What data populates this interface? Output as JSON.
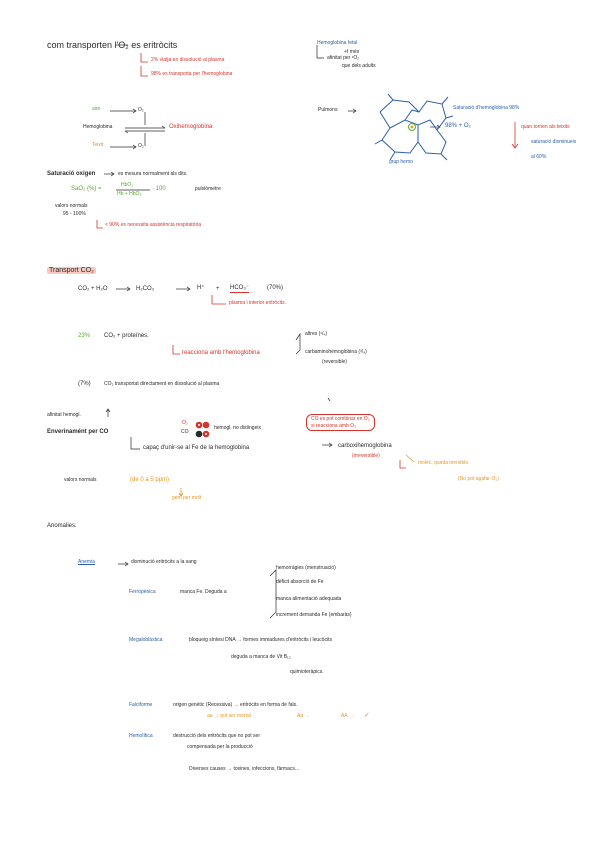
{
  "colors": {
    "ink": "#2b2b2b",
    "red": "#d8332a",
    "orange": "#e8962a",
    "green": "#5aa83a",
    "highlight": "#f7c9c0",
    "blue": "#2b5fa8"
  },
  "o2": {
    "title": "com transporten l'O₂ es eritròcits",
    "line1": "2% viatja en dissolució al plasma",
    "line2": "98% es transporta per l'hemoglobina",
    "aire": "aire",
    "o2_in": "O₂",
    "hemoglobina": "Hemoglobina",
    "oxihemoglobina": "Oxihemoglobina",
    "teixit": "Teixit",
    "o2_out": "O₂",
    "fetal_title": "Hemoglobina fetal",
    "fetal_sub": "+f més",
    "fetal_afinitat": "afinitat per ¹O₂",
    "fetal_adults": "que dels adults",
    "pulmons": "Pulmons",
    "grup_hemo": "grup hemo",
    "saturacio_title": "Saturació d'hemoglobina 98%",
    "saturacio_val": "98% + O₂",
    "quan_tornen": "quan tornen als teixits",
    "saturacio_disminueix": "saturació disminueix",
    "al_60": "al 60%"
  },
  "sat": {
    "title": "Saturació oxigen",
    "title_rest": "es mesura normalment als dits.",
    "formula_lhs": "SaO₂ (%) =",
    "formula_num": "HbO₂",
    "formula_den": "Hb + HbO₂",
    "formula_rest": "· 100",
    "pulsometre": "pulsiòmetre",
    "valors_title": "valors normals",
    "valors_range": "95 - 100%",
    "valors_low": "< 90% es necessita assistència respiratòria"
  },
  "co2": {
    "title": "Transport CO₂",
    "eq_lhs": "CO₂ + H₂O",
    "eq_mid": "H₂CO₃",
    "eq_h": "H⁺",
    "eq_plus": "+",
    "eq_hco3": "HCO₃⁻",
    "eq_pct": "(70%)",
    "plasma_interior": "plasma i interior eritròcits.",
    "pct_23": "23%",
    "proteines": "CO₂ + proteïnes.",
    "reacciona": "reacciona amb l'hemoglobina",
    "altres": "altres (¹/₄)",
    "carbamino": "carbaminohemoglobina (³/₄)",
    "reversible": "(reversible)",
    "pct_7": "(7%)",
    "dissolucio": "CO₂ transportat directament en dissolució al plasma"
  },
  "co": {
    "afinitat": "afinitat hemogl.",
    "enverinament": "Enverinamént per CO",
    "o2": "O₂",
    "co": "CO",
    "no_distingeix": "hemogl. no distingeix",
    "box_line1": "CO es pot combinar en O₂",
    "box_line2": "si reacciona amb O₂",
    "capac": "capaç d'unir-se al Fe de la hemoglobina",
    "carboxi": "carboxihemoglobina",
    "irreversible": "(irreversible)",
    "molec": "molèc. queda inervible.",
    "no_agafar": "(No pot agafar O₂)",
    "valors": "valors normals",
    "valors_range": "(de 0 a 5 ppm)",
    "fumadors": "gent per molt"
  },
  "anom": {
    "title": "Anomalies.",
    "anemia": "Anemia",
    "anemia_desc": "disminució eritròcits a la sang",
    "ferro": "Ferropènica",
    "ferro_desc": "manca Fe. Deguda a",
    "hemorragies": "hemorràgies (menstruació)",
    "deficit": "dèficit absorció de Fe",
    "manca": "manca alimentació adequada",
    "increment": "increment demanda Fe (embaràs)",
    "megalo": "Megaloblàstica",
    "megalo_desc": "bloqueig síntesi DNA → formes immadures d'eritròcits i leucòcits",
    "deguda": "deguda a manca de Vit B₁₂",
    "quimio": "quimioteràpics.",
    "falci": "Falciforme",
    "falci_desc": "origen genètic (Recessiva) → eritròcits en forma de fals.",
    "falci_aa": "aa → pot ser mortal",
    "falci_Aa": "Aa →",
    "falci_AA": "AA →",
    "check": "✓",
    "hemolitica": "Hemolítica",
    "hemolitica_desc": "destrucció dels eritròcits que no pot ser",
    "compensada": "compensada per la producció",
    "diverses": "Diverses causes → toxines, infeccions, fàrmacs..."
  }
}
